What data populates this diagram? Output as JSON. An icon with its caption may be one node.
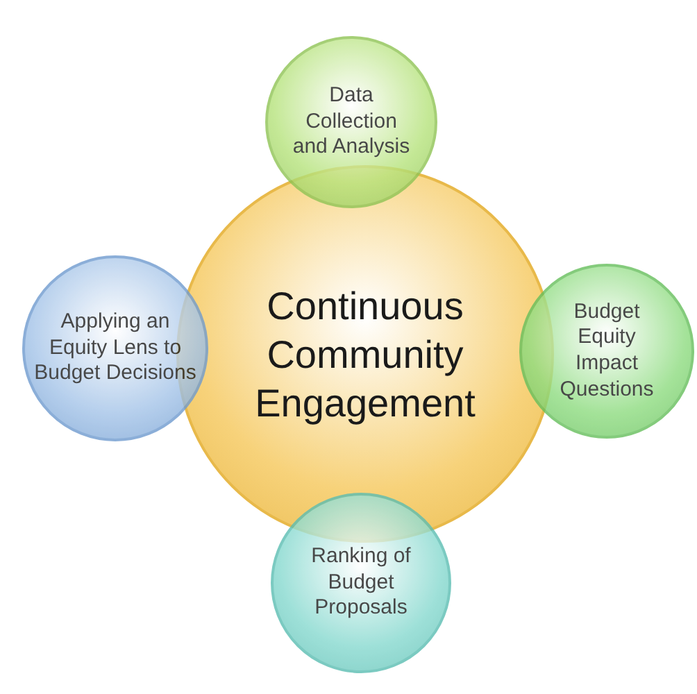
{
  "diagram": {
    "nodes": [
      {
        "text": [
          "Continuous Community Engagement"
        ]
      },
      {
        "text": [
          "Data Collection and Analysis"
        ]
      },
      {
        "text": [
          "Budget Equity Impact Questions"
        ]
      },
      {
        "text": [
          "Ranking of Budget Proposals"
        ]
      },
      {
        "text": [
          "Applying an Equity Lens to Budget Decisions"
        ]
      }
    ]
  }
}
